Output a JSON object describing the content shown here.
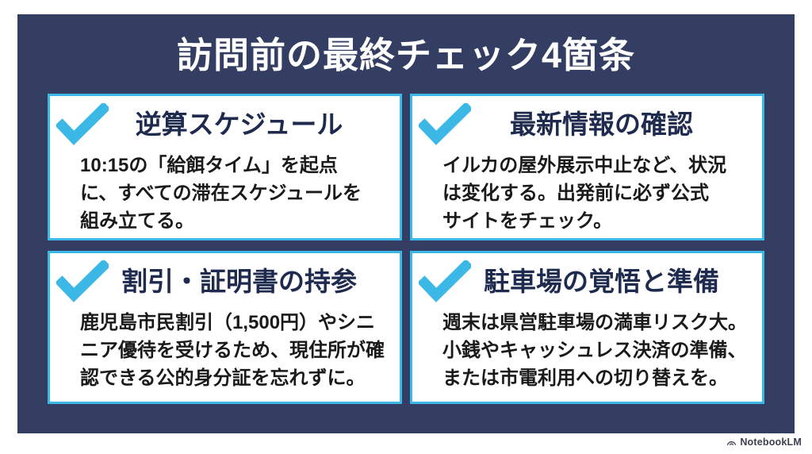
{
  "slide": {
    "title": "訪問前の最終チェック4箇条",
    "cards": [
      {
        "title": "逆算スケジュール",
        "body": [
          "10:15の「給餌タイム」を起点",
          "に、すべての滞在スケジュールを",
          "組み立てる。"
        ]
      },
      {
        "title": "最新情報の確認",
        "body": [
          "イルカの屋外展示中止など、状況",
          "は変化する。出発前に必ず公式",
          "サイトをチェック。"
        ]
      },
      {
        "title": "割引・証明書の持参",
        "body": [
          "鹿児島市民割引（1,500円）やシニ",
          "ニア優待を受けるため、現住所が確",
          "認できる公的身分証を忘れずに。"
        ]
      },
      {
        "title": "駐車場の覚悟と準備",
        "body": [
          "週末は県営駐車場の満車リスク大。",
          "小銭やキャッシュレス決済の準備、",
          "または市電利用への切り替えを。"
        ]
      }
    ],
    "footer": {
      "brand": "NotebookLM"
    },
    "icons": {
      "card_bullet": "checkmark-icon",
      "footer_logo": "notebooklm-logo-icon"
    },
    "colors": {
      "page_background": "#FFFFFF",
      "panel_navy": "#333E62",
      "accent_cyan": "#3BB8E5",
      "card_title_navy": "#1E2A4E",
      "body_text": "#1A1A1A",
      "card_background": "#FFFFFF",
      "brand_text": "#3A4050"
    }
  }
}
